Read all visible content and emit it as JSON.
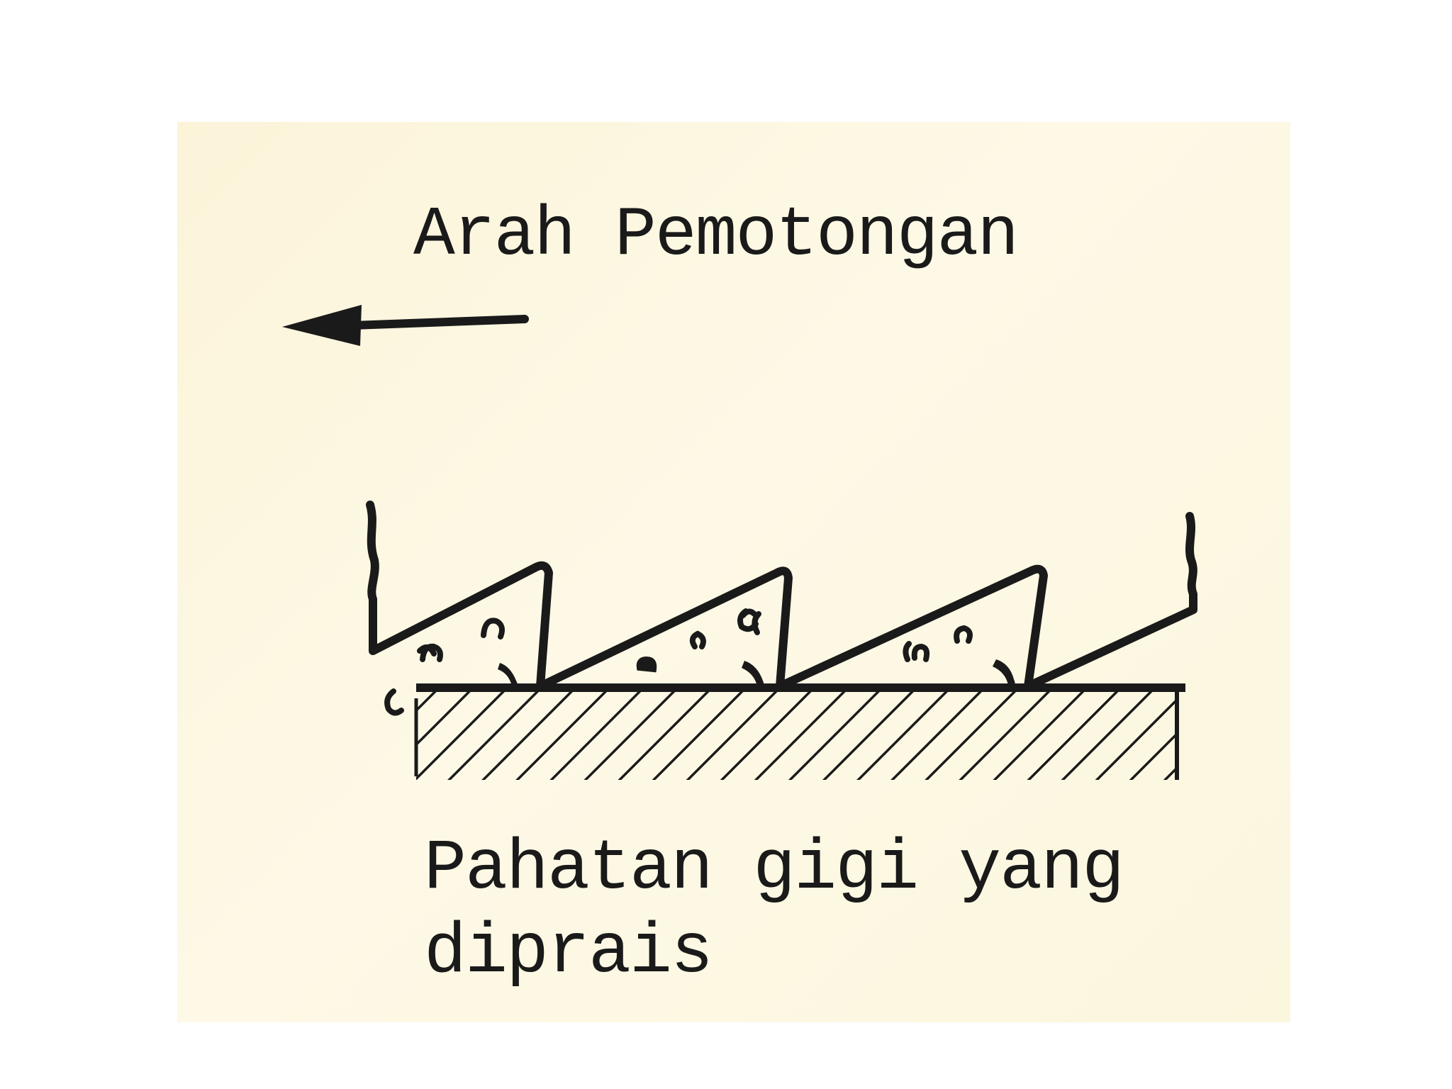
{
  "diagram": {
    "direction_label": "Arah Pemotongan",
    "caption_line1": "Pahatan gigi yang",
    "caption_line2": "diprais",
    "colors": {
      "paper": "#fbf6de",
      "ink": "#1a1a1a",
      "background": "#ffffff"
    },
    "icons": {
      "direction_arrow": "arrow-left-icon"
    }
  }
}
